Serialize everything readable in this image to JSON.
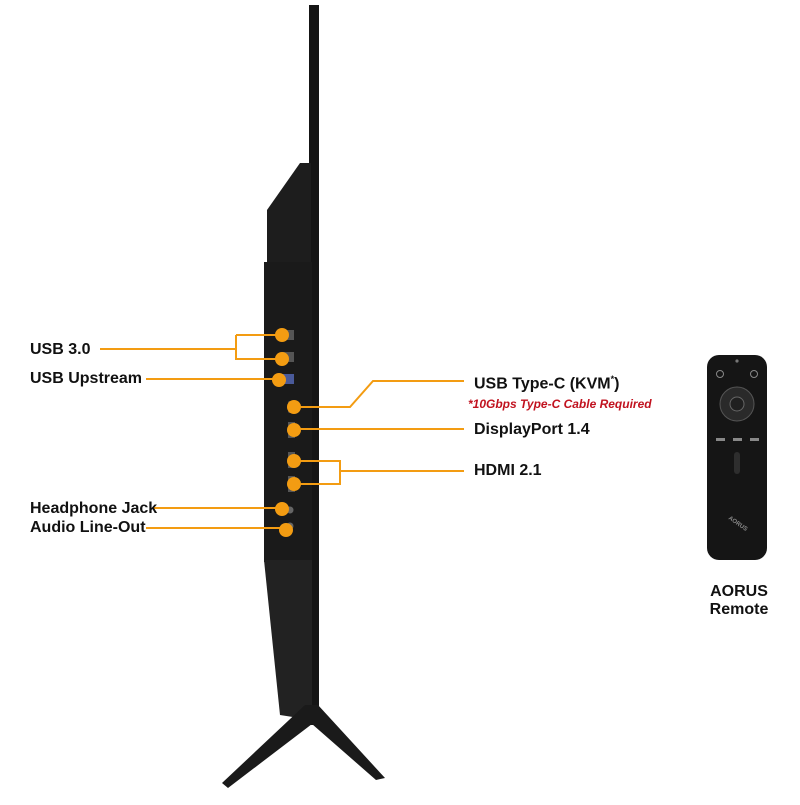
{
  "accent_color": "#f39c12",
  "note_color": "#c1121f",
  "ports_left": {
    "usb3": "USB 3.0",
    "usb_upstream": "USB Upstream",
    "headphone": "Headphone Jack",
    "audio_out": "Audio Line-Out"
  },
  "ports_right": {
    "usb_c_main": "USB Type-C (KVM",
    "usb_c_star": "*",
    "usb_c_close": ")",
    "usb_c_note": "*10Gbps Type-C Cable Required",
    "displayport": "DisplayPort 1.4",
    "hdmi": "HDMI 2.1"
  },
  "remote": {
    "brand_line1": "AORUS",
    "brand_line2": "Remote",
    "logo_text": "AORUS"
  }
}
